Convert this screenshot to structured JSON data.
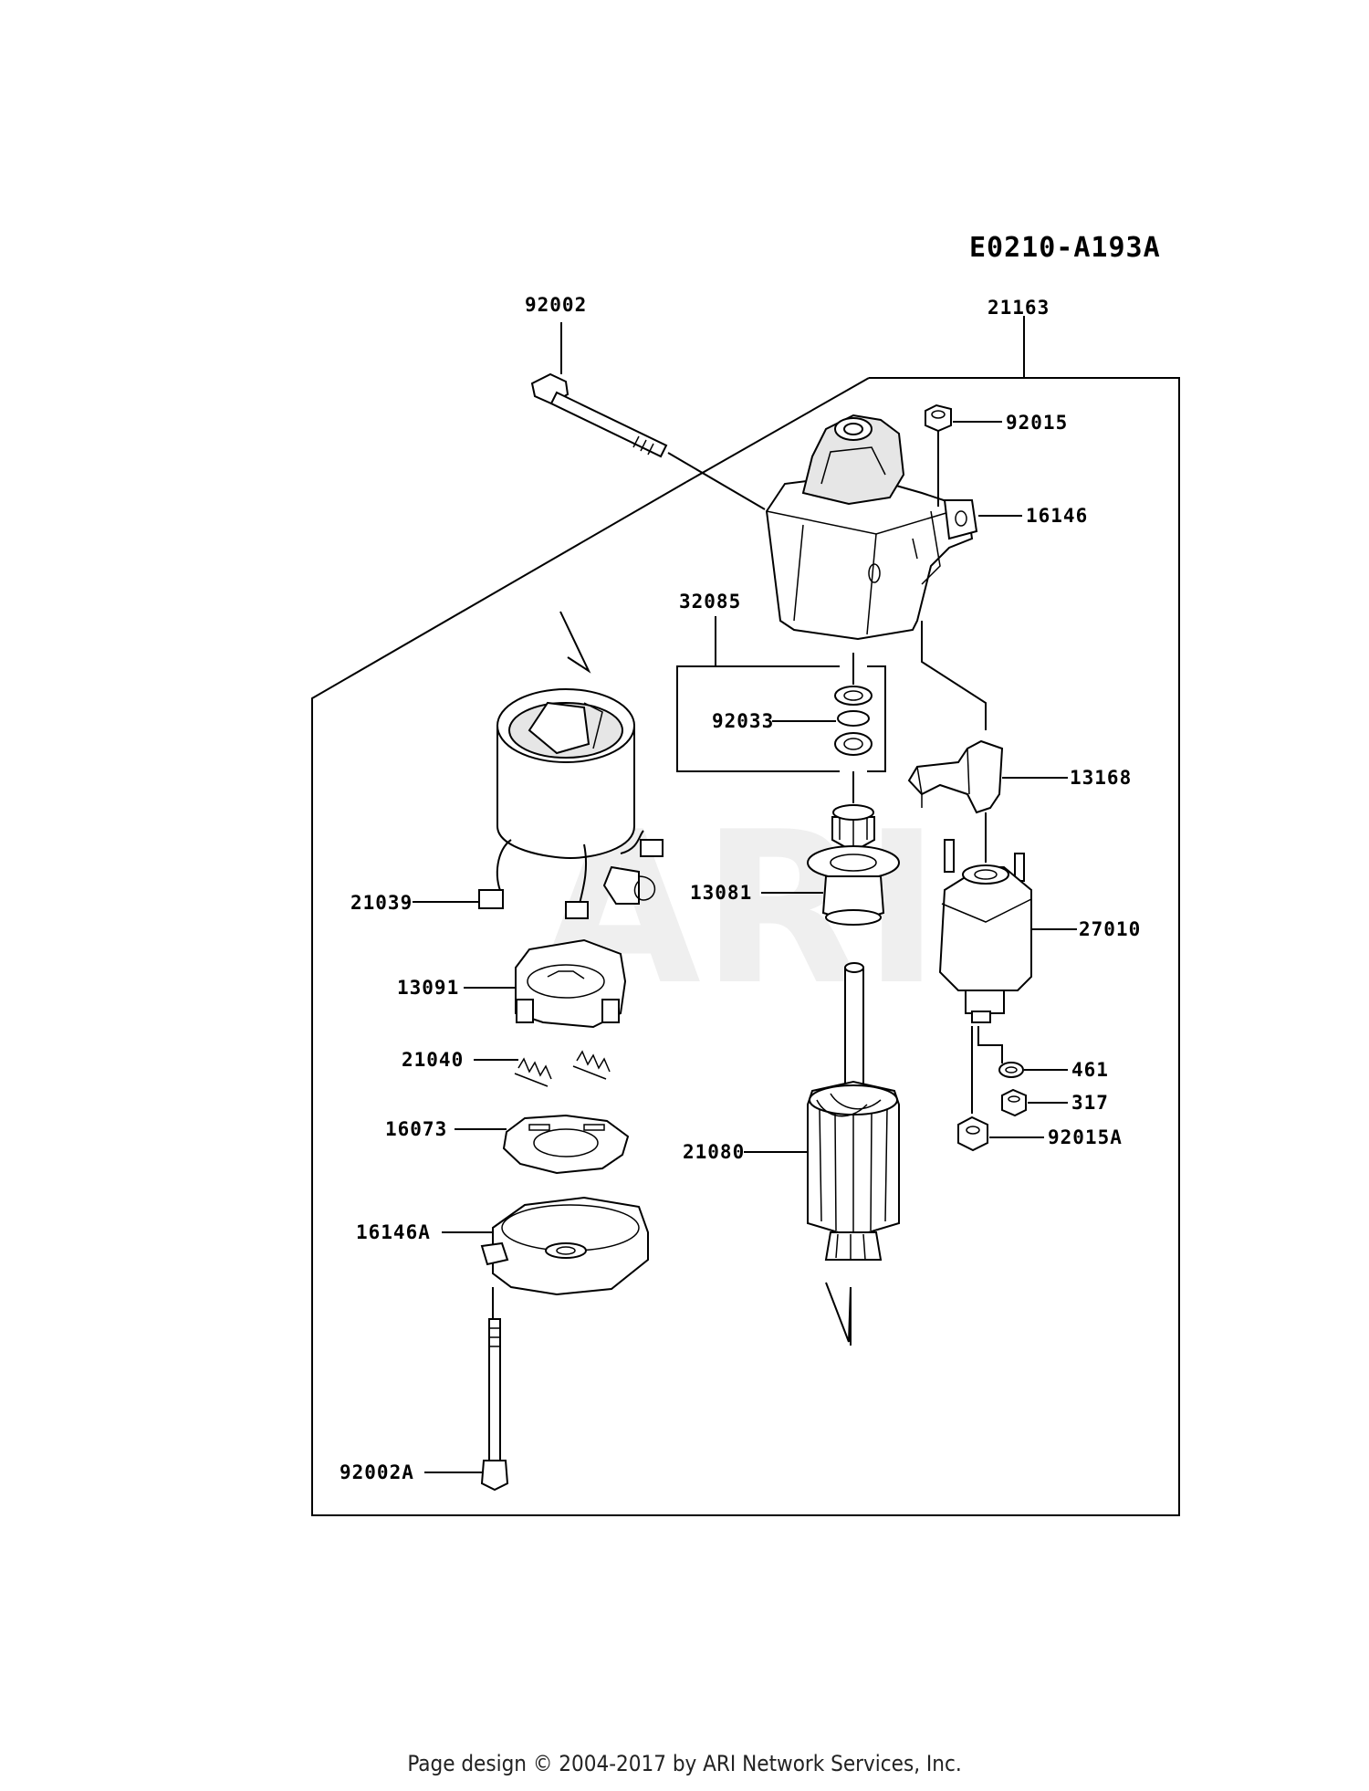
{
  "diagram": {
    "code": "E0210-A193A",
    "watermark": "ARI",
    "labels": {
      "p92002": "92002",
      "p21163": "21163",
      "p92015": "92015",
      "p16146": "16146",
      "p32085": "32085",
      "p92033": "92033",
      "p13168": "13168",
      "p21039": "21039",
      "p13081": "13081",
      "p27010": "27010",
      "p13091": "13091",
      "p21040": "21040",
      "p461": "461",
      "p317": "317",
      "p16073": "16073",
      "p92015A": "92015A",
      "p21080": "21080",
      "p16146A": "16146A",
      "p92002A": "92002A"
    }
  },
  "footer": {
    "text": "Page design © 2004-2017 by ARI Network Services, Inc."
  }
}
